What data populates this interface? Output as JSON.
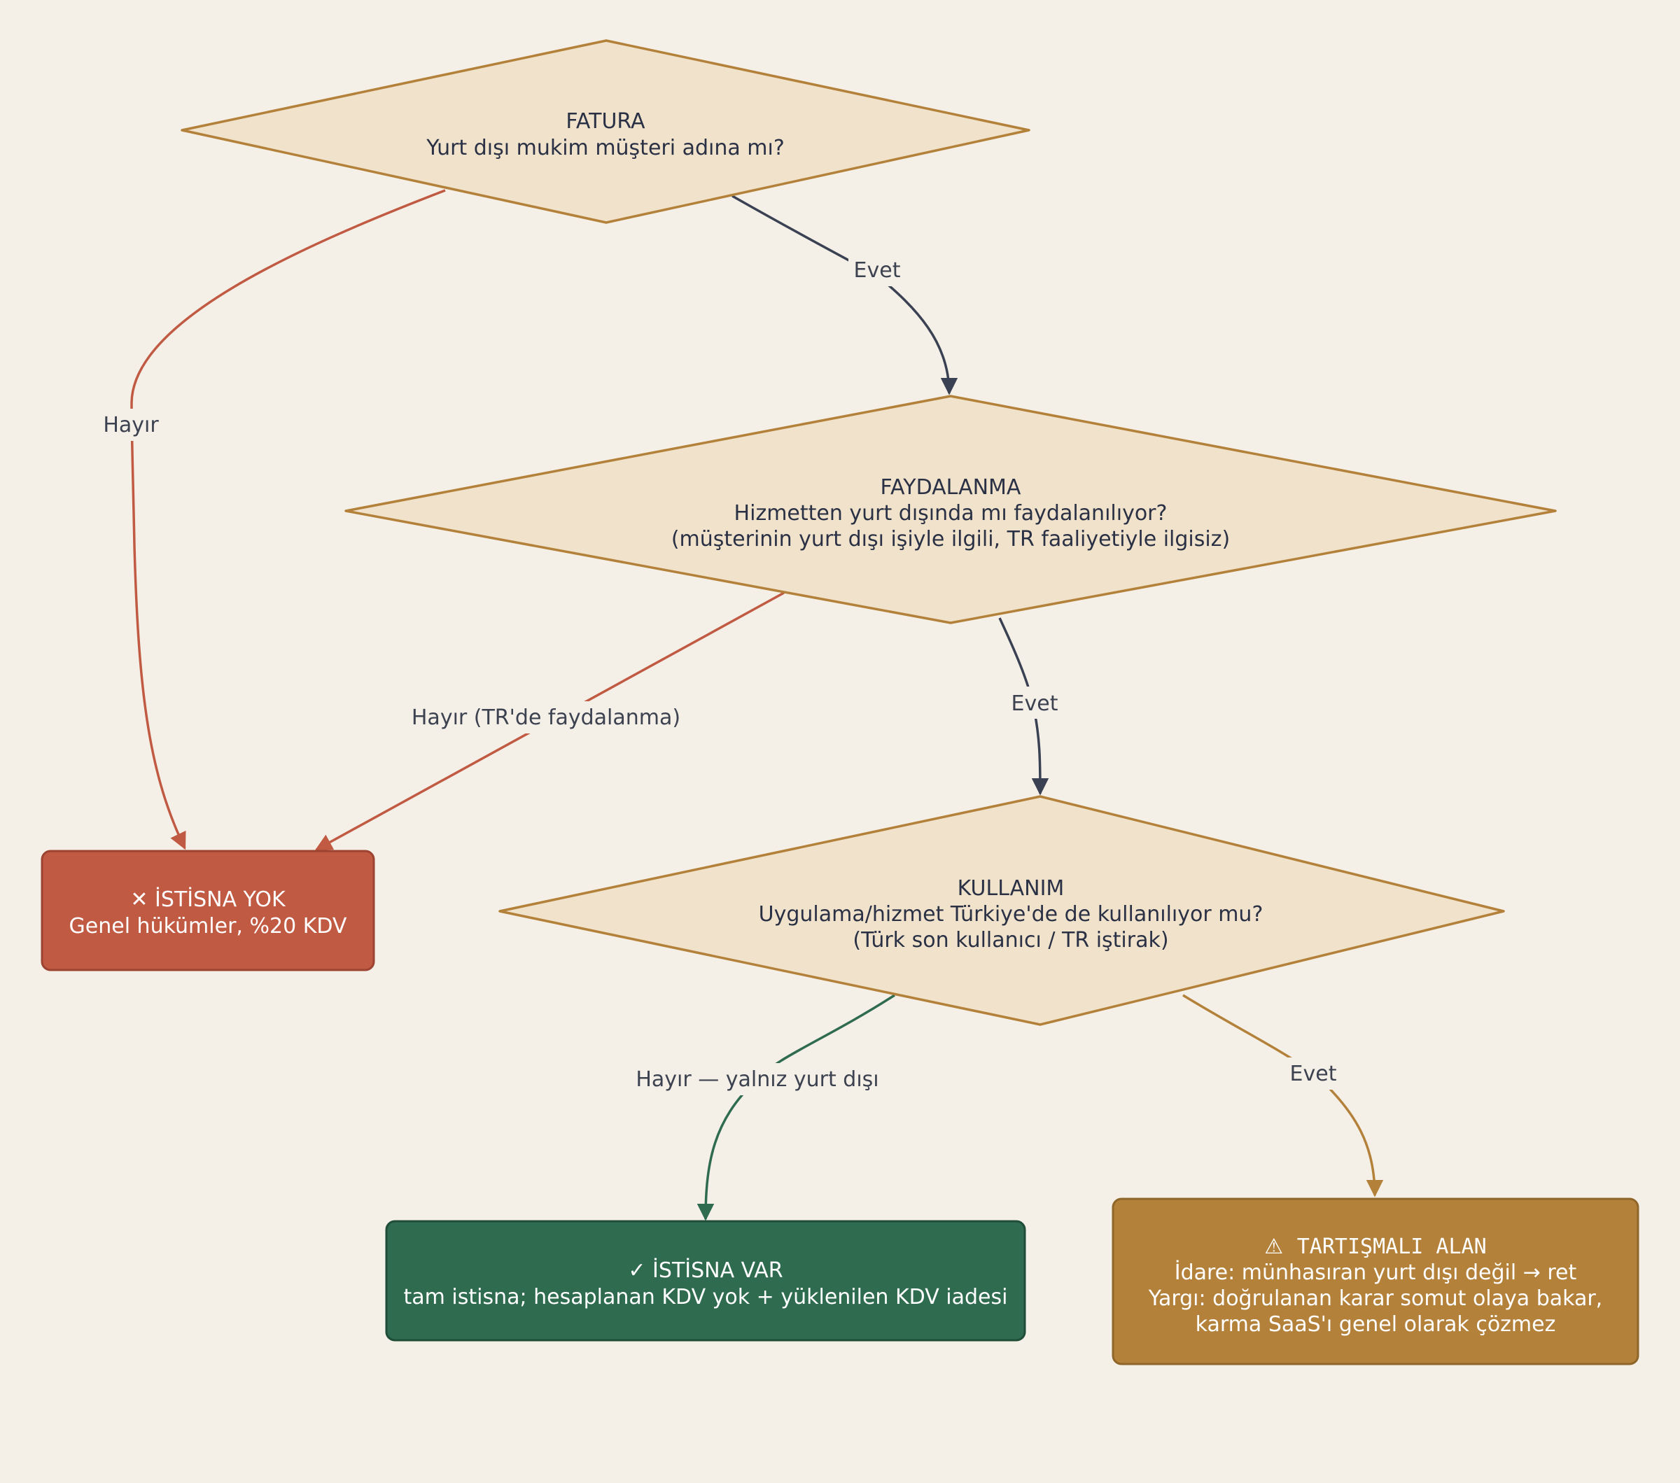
{
  "colors": {
    "background": "#f5f0e7",
    "decision_fill": "#f0e2cb",
    "decision_stroke": "#b3813a",
    "dark_edge": "#3a4152",
    "no_edge": "#c05a43",
    "yes_green_edge": "#2f6b4f",
    "yes_amber_edge": "#b3813a",
    "no_box": "#c05a43",
    "yes_box": "#2e6b4f",
    "disputed_box": "#b3813a",
    "dark_text": "#2b3145",
    "light_text": "#ffffff"
  },
  "nodes": {
    "fatura": {
      "title": "FATURA",
      "line1": "Yurt dışı mukim müşteri adına mı?"
    },
    "faydalanma": {
      "title": "FAYDALANMA",
      "line1": "Hizmetten yurt dışında mı faydalanılıyor?",
      "line2": "(müşterinin yurt dışı işiyle ilgili, TR faaliyetiyle ilgisiz)"
    },
    "kullanim": {
      "title": "KULLANIM",
      "line1": "Uygulama/hizmet Türkiye'de de kullanılıyor mu?",
      "line2": "(Türk son kullanıcı / TR iştirak)"
    },
    "istisna_yok": {
      "title": "✕ İSTİSNA YOK",
      "line1": "Genel hükümler, %20 KDV"
    },
    "istisna_var": {
      "title": "✓ İSTİSNA VAR",
      "line1": "tam istisna; hesaplanan KDV yok + yüklenilen KDV iadesi"
    },
    "tartismali": {
      "icon": "⚠",
      "title": "TARTIŞMALI ALAN",
      "line1": "İdare: münhasıran yurt dışı değil → ret",
      "line2": "Yargı: doğrulanan karar somut olaya bakar,",
      "line3": "karma SaaS'ı genel olarak çözmez"
    }
  },
  "edges": {
    "fatura_evet": "Evet",
    "fatura_hayir": "Hayır",
    "faydalanma_evet": "Evet",
    "faydalanma_hayir": "Hayır (TR'de faydalanma)",
    "kullanim_hayir": "Hayır — yalnız yurt dışı",
    "kullanim_evet": "Evet"
  }
}
